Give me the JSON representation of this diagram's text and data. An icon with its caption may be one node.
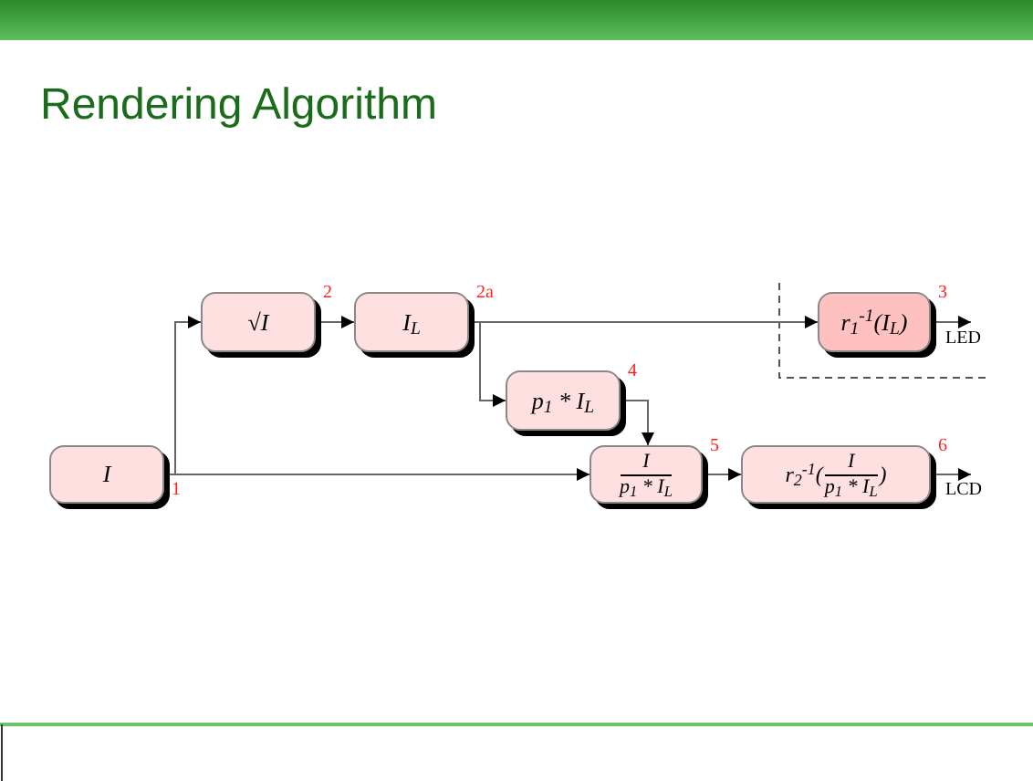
{
  "diagram": {
    "title": "Rendering Algorithm",
    "nodes": [
      {
        "text": [
          "I"
        ],
        "beside": [
          "1"
        ]
      },
      {
        "text": [
          "√I"
        ],
        "beside": [
          "2"
        ]
      },
      {
        "text": [
          "I$_{L}$"
        ],
        "beside": [
          "2a"
        ]
      },
      {
        "text": [
          "r$_{1}$$^{-1}$(I$_{L}$)"
        ],
        "beside": [
          "3"
        ]
      },
      {
        "text": [
          "p$_{1}$ * I$_{L}$"
        ],
        "beside": [
          "4"
        ]
      },
      {
        "text": [
          "I",
          "p$_{1}$ * I$_{L}$"
        ],
        "beside": [
          "5"
        ]
      },
      {
        "text": [
          "r$_{2}$$^{-1}$(",
          "I",
          "p$_{1}$ * I$_{L}$",
          ")"
        ],
        "beside": [
          "6"
        ]
      }
    ],
    "edges": [
      {
        "from": 0,
        "to": 1,
        "arrow": "to"
      },
      {
        "from": 1,
        "to": 2,
        "arrow": "to"
      },
      {
        "from": 2,
        "to": 3,
        "arrow": "to"
      },
      {
        "from": 2,
        "to": 4,
        "arrow": "to"
      },
      {
        "from": 4,
        "to": 5,
        "arrow": "to"
      },
      {
        "from": 0,
        "to": 5,
        "arrow": "to"
      },
      {
        "from": 5,
        "to": 6,
        "arrow": "to"
      },
      {
        "from": 3,
        "to": null,
        "arrow": "to",
        "label": "LED"
      },
      {
        "from": 6,
        "to": null,
        "arrow": "to",
        "label": "LCD"
      }
    ]
  }
}
